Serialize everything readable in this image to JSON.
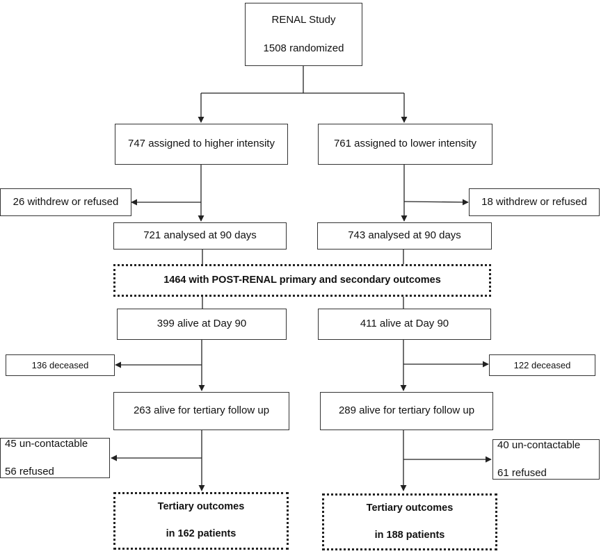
{
  "diagram": {
    "root": {
      "line1": "RENAL Study",
      "line2": "1508 randomized"
    },
    "assigned_higher": "747 assigned to higher intensity",
    "assigned_lower": "761 assigned to lower intensity",
    "withdrew_left": "26 withdrew or refused",
    "withdrew_right": "18 withdrew or refused",
    "analysed_left": "721 analysed at 90 days",
    "analysed_right": "743 analysed at 90 days",
    "combined_outcomes": "1464 with POST-RENAL primary and secondary outcomes",
    "alive_day90_left": "399 alive at Day 90",
    "alive_day90_right": "411 alive at Day 90",
    "deceased_left": "136 deceased",
    "deceased_right": "122 deceased",
    "followup_left": "263 alive for tertiary follow up",
    "followup_right": "289 alive for tertiary follow up",
    "lost_left": {
      "line1": "45 un-contactable",
      "line2": "56 refused"
    },
    "lost_right": {
      "line1": "40 un-contactable",
      "line2": "61 refused"
    },
    "tertiary_left": {
      "line1": "Tertiary outcomes",
      "line2": "in 162 patients"
    },
    "tertiary_right": {
      "line1": "Tertiary outcomes",
      "line2": "in 188 patients"
    }
  }
}
